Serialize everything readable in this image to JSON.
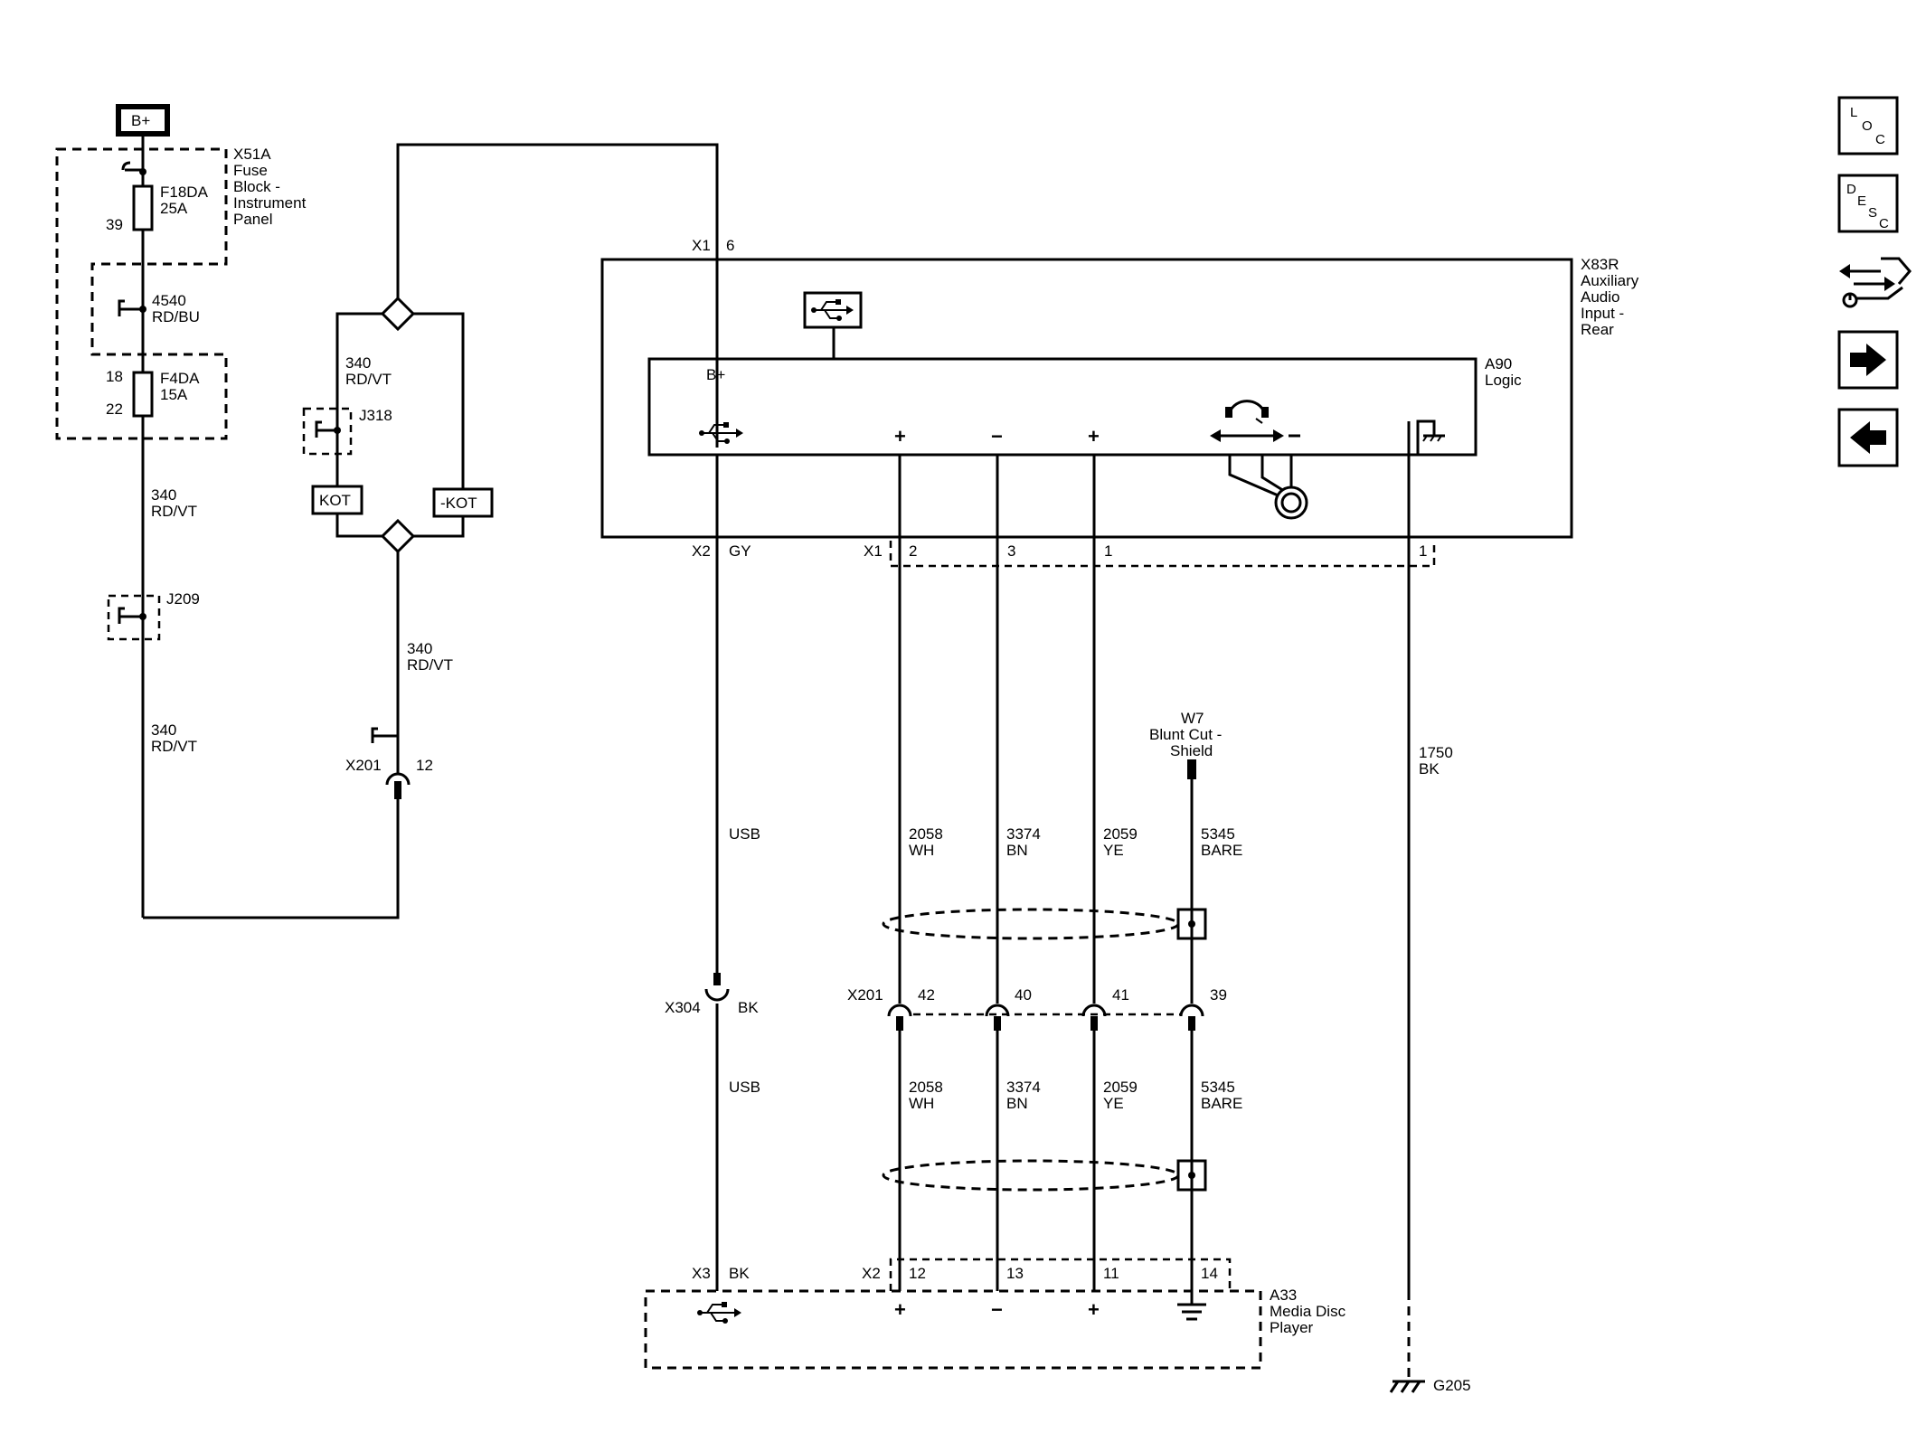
{
  "power": {
    "label": "B+"
  },
  "fuse_block": {
    "ref": "X51A",
    "name_lines": [
      "Fuse",
      "Block -",
      "Instrument",
      "Panel"
    ],
    "fuse1": {
      "name": "F18DA",
      "rating": "25A",
      "pin": "39"
    },
    "wire_4540": {
      "circuit": "4540",
      "color": "RD/BU"
    },
    "fuse2": {
      "name": "F4DA",
      "rating": "15A",
      "pin_top": "18",
      "pin_bottom": "22"
    }
  },
  "left_wire": {
    "circuit": "340",
    "color": "RD/VT"
  },
  "left_wire_lower": {
    "circuit": "340",
    "color": "RD/VT"
  },
  "splice_j209": "J209",
  "kot_branch": {
    "wire": {
      "circuit": "340",
      "color": "RD/VT"
    },
    "splice_j318": "J318",
    "kot_label": "KOT",
    "not_kot_label": "-KOT",
    "lower_wire": {
      "circuit": "340",
      "color": "RD/VT"
    },
    "connector": {
      "ref": "X201",
      "pin": "12"
    }
  },
  "aux_module": {
    "ref": "X83R",
    "name_lines": [
      "Auxiliary",
      "Audio",
      "Input -",
      "Rear"
    ],
    "top_connector": {
      "ref": "X1",
      "pin": "6"
    },
    "logic": {
      "ref": "A90",
      "name": "Logic",
      "bplus": "B+"
    },
    "symbols": {
      "plus": "+",
      "minus": "−"
    },
    "bottom_connector_x2": {
      "ref": "X2",
      "color": "GY"
    },
    "bottom_connector_x1": {
      "ref": "X1",
      "pins": [
        "2",
        "3",
        "1",
        "1"
      ]
    }
  },
  "shield": {
    "ref": "W7",
    "name_lines": [
      "Blunt Cut -",
      "Shield"
    ]
  },
  "ground_wire": {
    "circuit": "1750",
    "color": "BK"
  },
  "ground": "G205",
  "wires_upper": [
    {
      "circuit": "2058",
      "color": "WH"
    },
    {
      "circuit": "3374",
      "color": "BN"
    },
    {
      "circuit": "2059",
      "color": "YE"
    },
    {
      "circuit": "5345",
      "color": "BARE"
    }
  ],
  "wires_lower": [
    {
      "circuit": "2058",
      "color": "WH"
    },
    {
      "circuit": "3374",
      "color": "BN"
    },
    {
      "circuit": "2059",
      "color": "YE"
    },
    {
      "circuit": "5345",
      "color": "BARE"
    }
  ],
  "usb_label_upper": "USB",
  "usb_label_lower": "USB",
  "x304": {
    "ref": "X304",
    "color": "BK"
  },
  "x201_mid": {
    "ref": "X201",
    "pins": [
      "42",
      "40",
      "41",
      "39"
    ]
  },
  "media_player": {
    "ref": "A33",
    "name_lines": [
      "Media Disc",
      "Player"
    ],
    "x3": {
      "ref": "X3",
      "color": "BK"
    },
    "x2": {
      "ref": "X2",
      "pins": [
        "12",
        "13",
        "11",
        "14"
      ]
    }
  },
  "nav": {
    "loc": {
      "letters": [
        "L",
        "O",
        "C"
      ]
    },
    "desc": {
      "letters": [
        "D",
        "E",
        "S",
        "C"
      ]
    }
  }
}
